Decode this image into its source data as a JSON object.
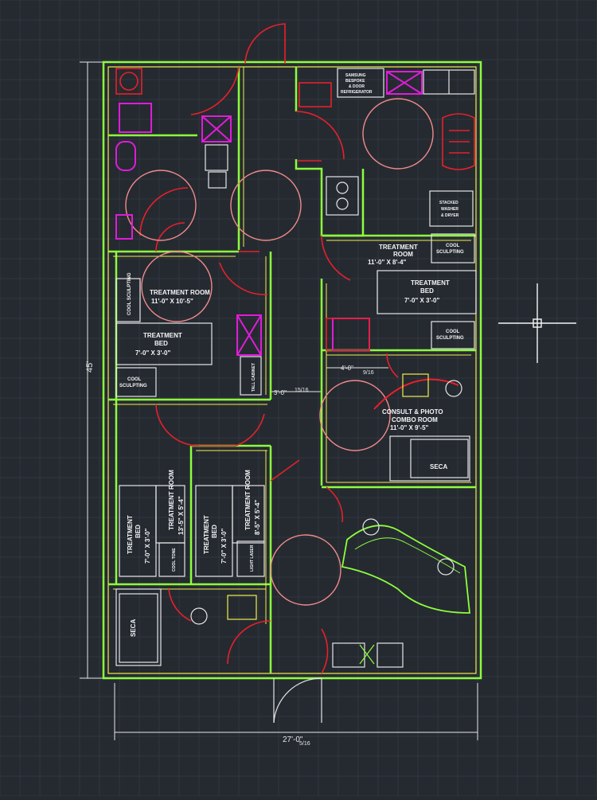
{
  "colors": {
    "background": "#252a31",
    "grid": "#313740",
    "wall_outer": "#8dff3c",
    "wall_inner": "#f2ee4a",
    "door": "#e8202a",
    "circle": "#f28a8a",
    "fixture": "#e01cd8",
    "text": "#f4f4f4",
    "dimension": "#e6e6e6"
  },
  "dimensions": {
    "height": "45'",
    "width": "27'-0\"",
    "width_fraction": "5/16",
    "corridor": "3'-0\"",
    "corridor_fraction": "15/16",
    "consult_width": "4'-0\"",
    "consult_fraction": "9/16"
  },
  "rooms": {
    "treatment_room_a": {
      "name": "TREATMENT ROOM",
      "size": "11'-0\" X 10'-5\""
    },
    "treatment_room_b": {
      "name1": "TREATMENT",
      "name2": "ROOM",
      "size": "11'-0\" X 8'-4\""
    },
    "consult_room": {
      "name1": "CONSULT & PHOTO",
      "name2": "COMBO ROOM",
      "size": "11'-0\" X 9'-5\""
    },
    "treatment_room_c": {
      "name": "TREATMENT ROOM",
      "size": "13'-5\" X 5'-4\""
    },
    "treatment_room_d": {
      "name": "TREATMENT ROOM",
      "size": "8'-5\" X 5'-4\""
    }
  },
  "equipment": {
    "treatment_bed": "TREATMENT",
    "bed_word": "BED",
    "bed_size": "7'-0\" X 3'-0\"",
    "cool_sculpting": "COOL SCULPTING",
    "cool_word": "COOL",
    "sculpting_word": "SCULPTING",
    "seca": "SECA",
    "samsung_1": "SAMSUNG",
    "samsung_2": "BESPOKE",
    "samsung_3": "& DOOR",
    "samsung_4": "REFRIGERATOR",
    "stack_1": "STACKED",
    "stack_2": "WASHER",
    "stack_3": "& DRYER",
    "cool_tone": "COOL TONE",
    "light_laser": "LIGHT LASER",
    "cabinet": "TALL CABINET"
  }
}
